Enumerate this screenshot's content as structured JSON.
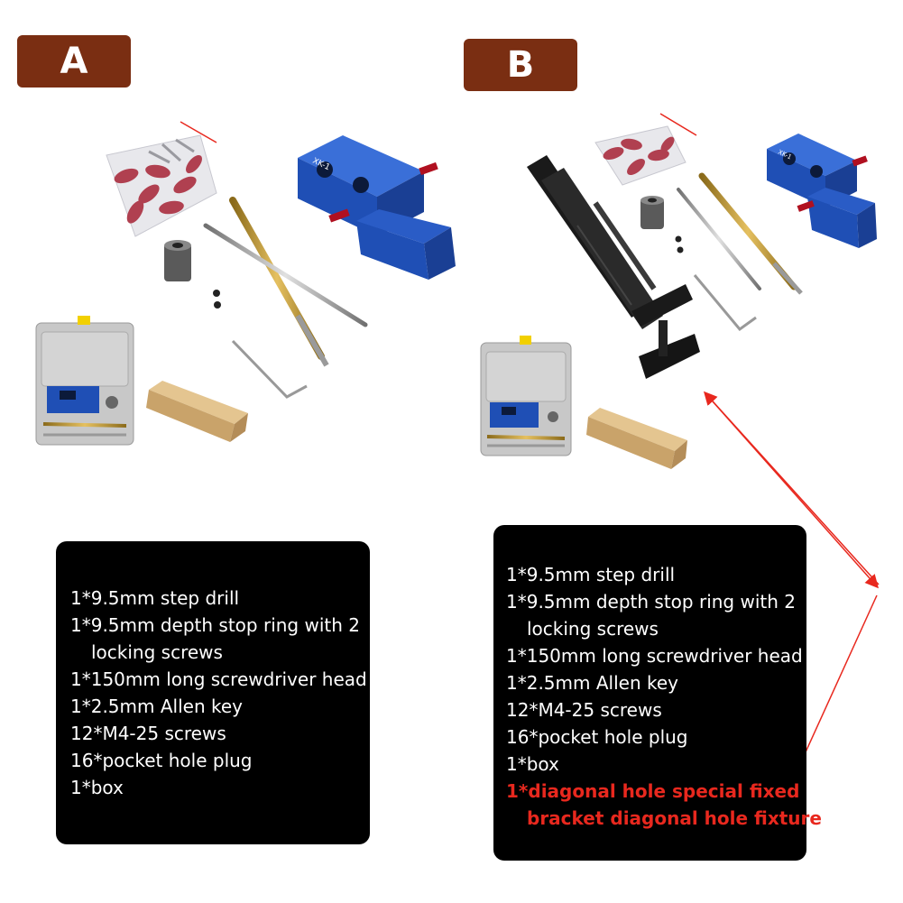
{
  "panels": [
    {
      "label": "A",
      "items": [
        {
          "text": "1*9.5mm step drill"
        },
        {
          "text": "1*9.5mm depth stop ring with 2",
          "cont": "locking screws"
        },
        {
          "text": "1*150mm long screwdriver head"
        },
        {
          "text": "1*2.5mm Allen key"
        },
        {
          "text": "12*M4-25 screws"
        },
        {
          "text": "16*pocket hole plug"
        },
        {
          "text": "1*box"
        }
      ]
    },
    {
      "label": "B",
      "items": [
        {
          "text": "1*9.5mm step drill"
        },
        {
          "text": "1*9.5mm depth stop ring with 2",
          "cont": "locking screws"
        },
        {
          "text": "1*150mm long screwdriver head"
        },
        {
          "text": "1*2.5mm Allen key"
        },
        {
          "text": "12*M4-25 screws"
        },
        {
          "text": "16*pocket hole plug"
        },
        {
          "text": "1*box"
        },
        {
          "text": "1*diagonal hole special fixed",
          "cont": "bracket diagonal hole fixture",
          "highlight": true
        }
      ]
    }
  ],
  "jig_marking": "XK-1",
  "colors": {
    "label_bg": "#7a2e12",
    "list_bg": "#000000",
    "list_text": "#ffffff",
    "highlight_text": "#e8281e",
    "arrow": "#e8281e",
    "jig_blue": "#1f4fb5"
  }
}
